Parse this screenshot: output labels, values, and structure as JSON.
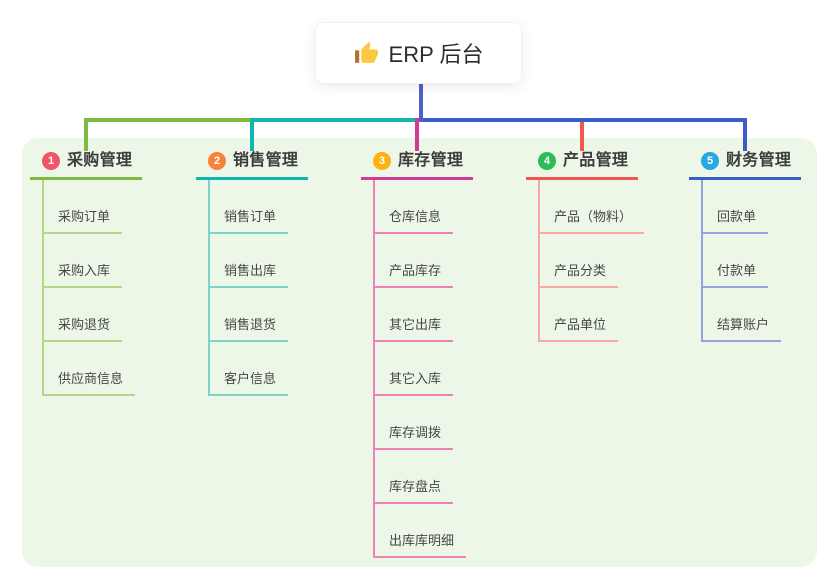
{
  "root": {
    "title": "ERP 后台",
    "icon": "thumbs-up-icon",
    "connector_color": "#4e61ca"
  },
  "panel_color": "#ecf7e7",
  "branches": [
    {
      "num": "1",
      "label": "采购管理",
      "badge_color": "#f05467",
      "line_color": "#7dba3f",
      "child_line_color": "#b2d98a",
      "children": [
        "采购订单",
        "采购入库",
        "采购退货",
        "供应商信息"
      ]
    },
    {
      "num": "2",
      "label": "销售管理",
      "badge_color": "#f8823a",
      "line_color": "#12b6ae",
      "child_line_color": "#7fd0c9",
      "children": [
        "销售订单",
        "销售出库",
        "销售退货",
        "客户信息"
      ]
    },
    {
      "num": "3",
      "label": "库存管理",
      "badge_color": "#feb211",
      "line_color": "#d23a97",
      "child_line_color": "#f082b8",
      "children": [
        "仓库信息",
        "产品库存",
        "其它出库",
        "其它入库",
        "库存调拨",
        "库存盘点",
        "出库库明细"
      ]
    },
    {
      "num": "4",
      "label": "产品管理",
      "badge_color": "#2dbd57",
      "line_color": "#f1564f",
      "child_line_color": "#f8a7a1",
      "children": [
        "产品（物料）",
        "产品分类",
        "产品单位"
      ]
    },
    {
      "num": "5",
      "label": "财务管理",
      "badge_color": "#28a7e3",
      "line_color": "#3c5cc8",
      "child_line_color": "#93a4dc",
      "children": [
        "回款单",
        "付款单",
        "结算账户"
      ]
    }
  ]
}
